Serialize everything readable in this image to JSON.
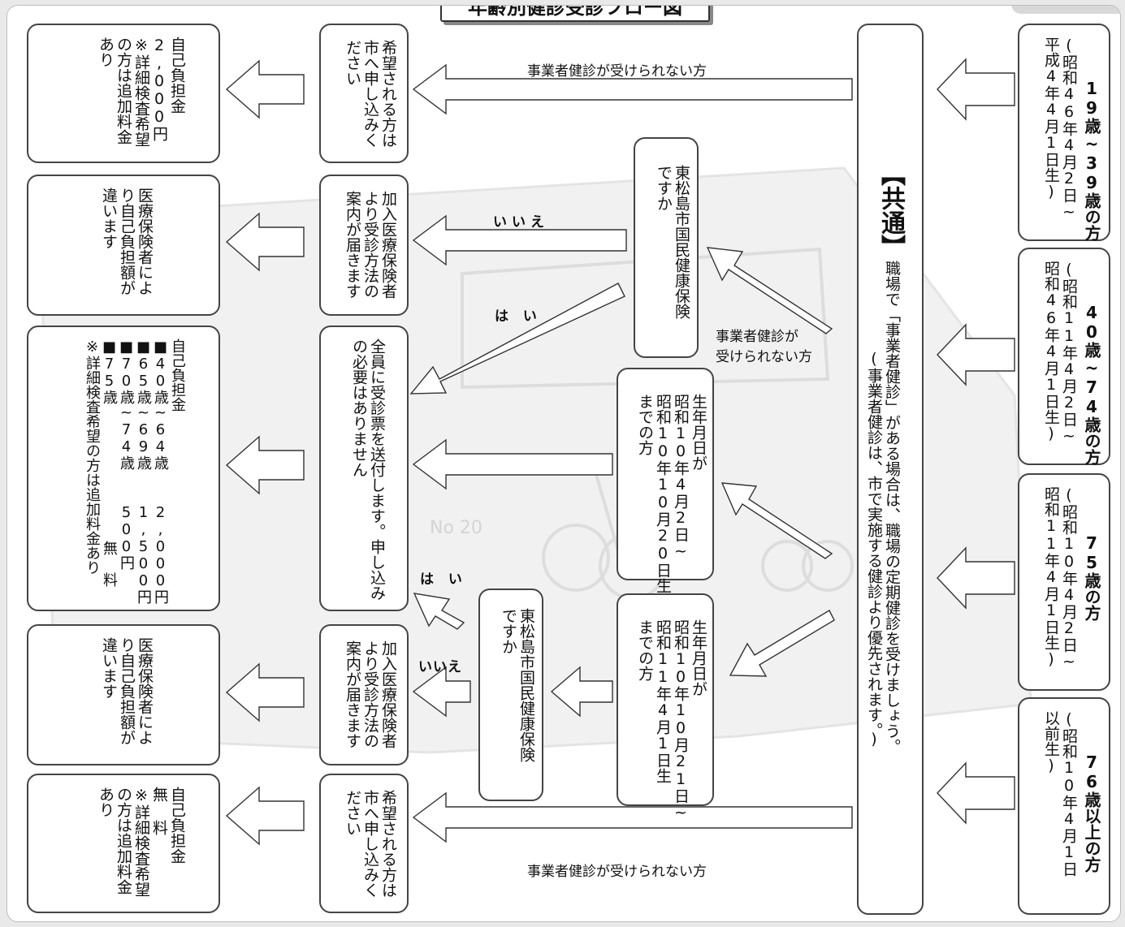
{
  "header": {
    "title": "年齢別健診受診フロー図"
  },
  "age_groups": [
    {
      "age": "19歳~39歳の方",
      "range": "(昭和46年4月2日~\n平成4年4月1日生)"
    },
    {
      "age": "40歳~74歳の方",
      "range": "(昭和11年4月2日~\n昭和46年4月1日生)"
    },
    {
      "age": "75歳の方",
      "range": "(昭和10年4月2日~\n昭和11年4月1日生)"
    },
    {
      "age": "76歳以上の方",
      "range": "(昭和10年4月1日\n以前生)"
    }
  ],
  "common": {
    "heading": "【共通】",
    "line1": "職場で「事業者健診」がある場合は、職場の定期健診を受けましょう。",
    "line2": "(事業者健診は、市で実施する健診より優先されます。)"
  },
  "questions": {
    "kokuho_upper": "東松島市国民健康保険\nですか",
    "birth_upper": "生年月日が\n昭和10年4月2日~\n昭和10年10月20日生\nまでの方",
    "birth_lower": "生年月日が\n昭和10年10月21日~\n昭和11年4月1日生\nまでの方",
    "kokuho_lower": "東松島市国民健康保険\nですか"
  },
  "actions": {
    "apply_top": "希望される方は\n市へ申し込みく\nださい",
    "insurer_upper": "加入医療保険者\nより受診方法の\n案内が届きます",
    "send_all": "全員に受診票を送付します。申し込み\nの必要はありません",
    "insurer_lower": "加入医療保険者\nより受診方法の\n案内が届きます",
    "apply_bottom": "希望される方は\n市へ申し込みく\nださい"
  },
  "costs": {
    "top": "自己負担金\n2,000円\n※詳細検査希望\nの方は追加料金\nあり",
    "insurer_upper": "医療保険者によ\nり自己負担額が\n違います",
    "middle": "自己負担金\n■40歳~64歳  2,000円\n■65歳~69歳  1,500円\n■70歳~74歳  500円\n■75歳        無 料\n※詳細検査希望の方は追加料金あり",
    "insurer_lower": "医療保険者によ\nり自己負担額が\n違います",
    "bottom": "自己負担金\n無 料\n※詳細検査希望\nの方は追加料金\nあり"
  },
  "labels": {
    "no_business_top": "事業者健診が受けられない方",
    "no_business_bottom": "事業者健診が受けられない方",
    "no_business_mid_1": "事業者健診が",
    "no_business_mid_2": "受けられない方",
    "no_upper": "いいえ",
    "yes_upper": "は い",
    "yes_lower": "は い",
    "no_lower": "いいえ"
  },
  "bg_text": "No 20"
}
